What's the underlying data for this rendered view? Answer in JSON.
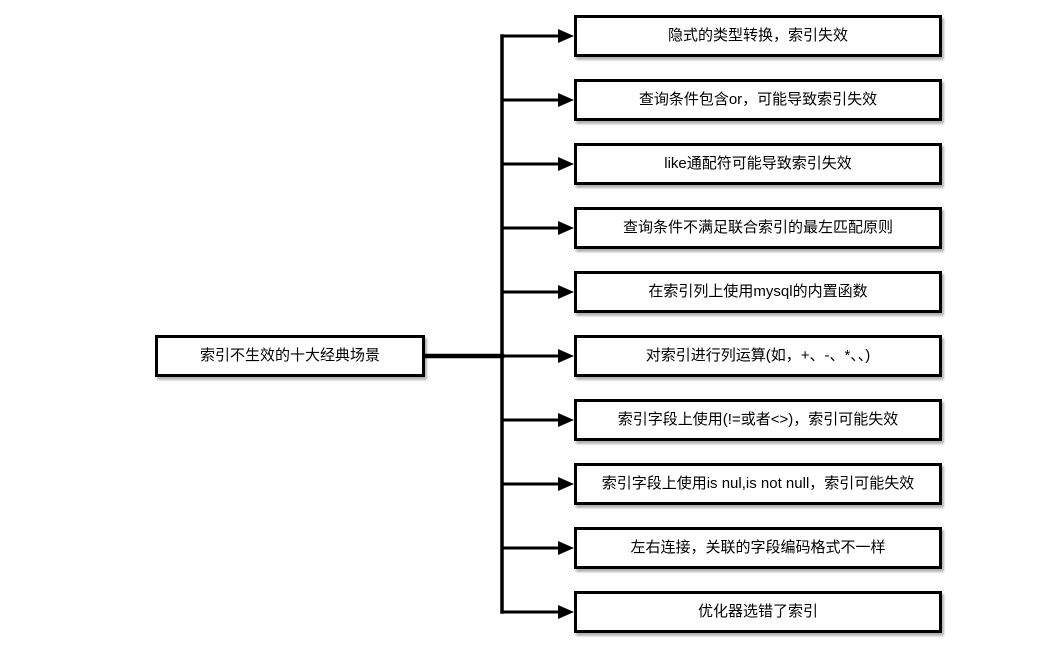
{
  "diagram": {
    "root": {
      "label": "索引不生效的十大经典场景"
    },
    "items": [
      {
        "label": "隐式的类型转换，索引失效"
      },
      {
        "label": "查询条件包含or，可能导致索引失效"
      },
      {
        "label": "like通配符可能导致索引失效"
      },
      {
        "label": "查询条件不满足联合索引的最左匹配原则"
      },
      {
        "label": "在索引列上使用mysql的内置函数"
      },
      {
        "label": "对索引进行列运算(如，+、-、*、、)"
      },
      {
        "label": "索引字段上使用(!=或者<>)，索引可能失效"
      },
      {
        "label": "索引字段上使用is nul,is not null，索引可能失效"
      },
      {
        "label": "左右连接，关联的字段编码格式不一样"
      },
      {
        "label": "优化器选错了索引"
      }
    ],
    "colors": {
      "line": "#000000",
      "box_border": "#000000",
      "box_fill": "#ffffff",
      "text": "#000000",
      "background": "#ffffff"
    }
  }
}
